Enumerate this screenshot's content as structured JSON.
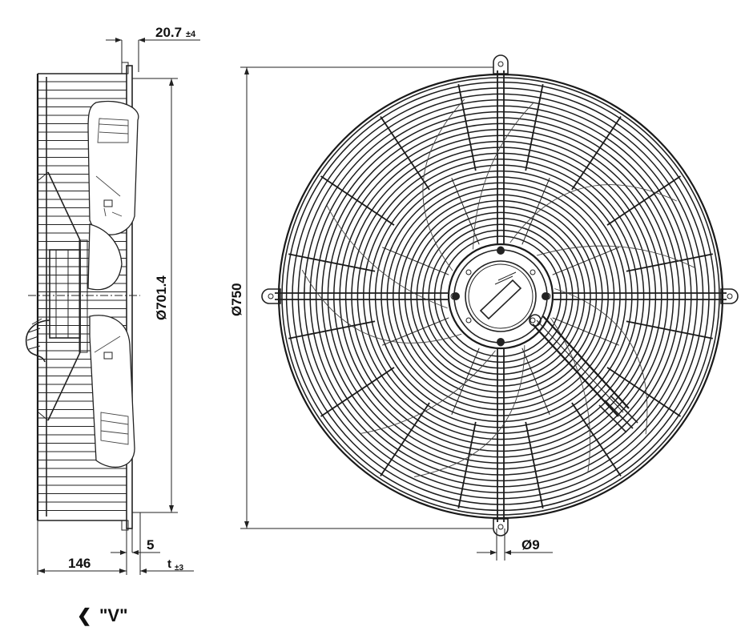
{
  "drawing": {
    "label_top_offset": "20.7",
    "label_top_offset_tol": "±4",
    "label_inner_diameter": "Ø701.4",
    "label_outer_diameter": "Ø750",
    "label_hole": "Ø9",
    "label_depth": "146",
    "label_gap": "5",
    "label_thickness": "t",
    "label_thickness_tol": "±3",
    "view_marker": "\"V\"",
    "view_arrow": "❮"
  },
  "colors": {
    "line": "#222222",
    "background": "#ffffff"
  },
  "icons": {
    "view_arrow": "chevron-left-icon"
  }
}
